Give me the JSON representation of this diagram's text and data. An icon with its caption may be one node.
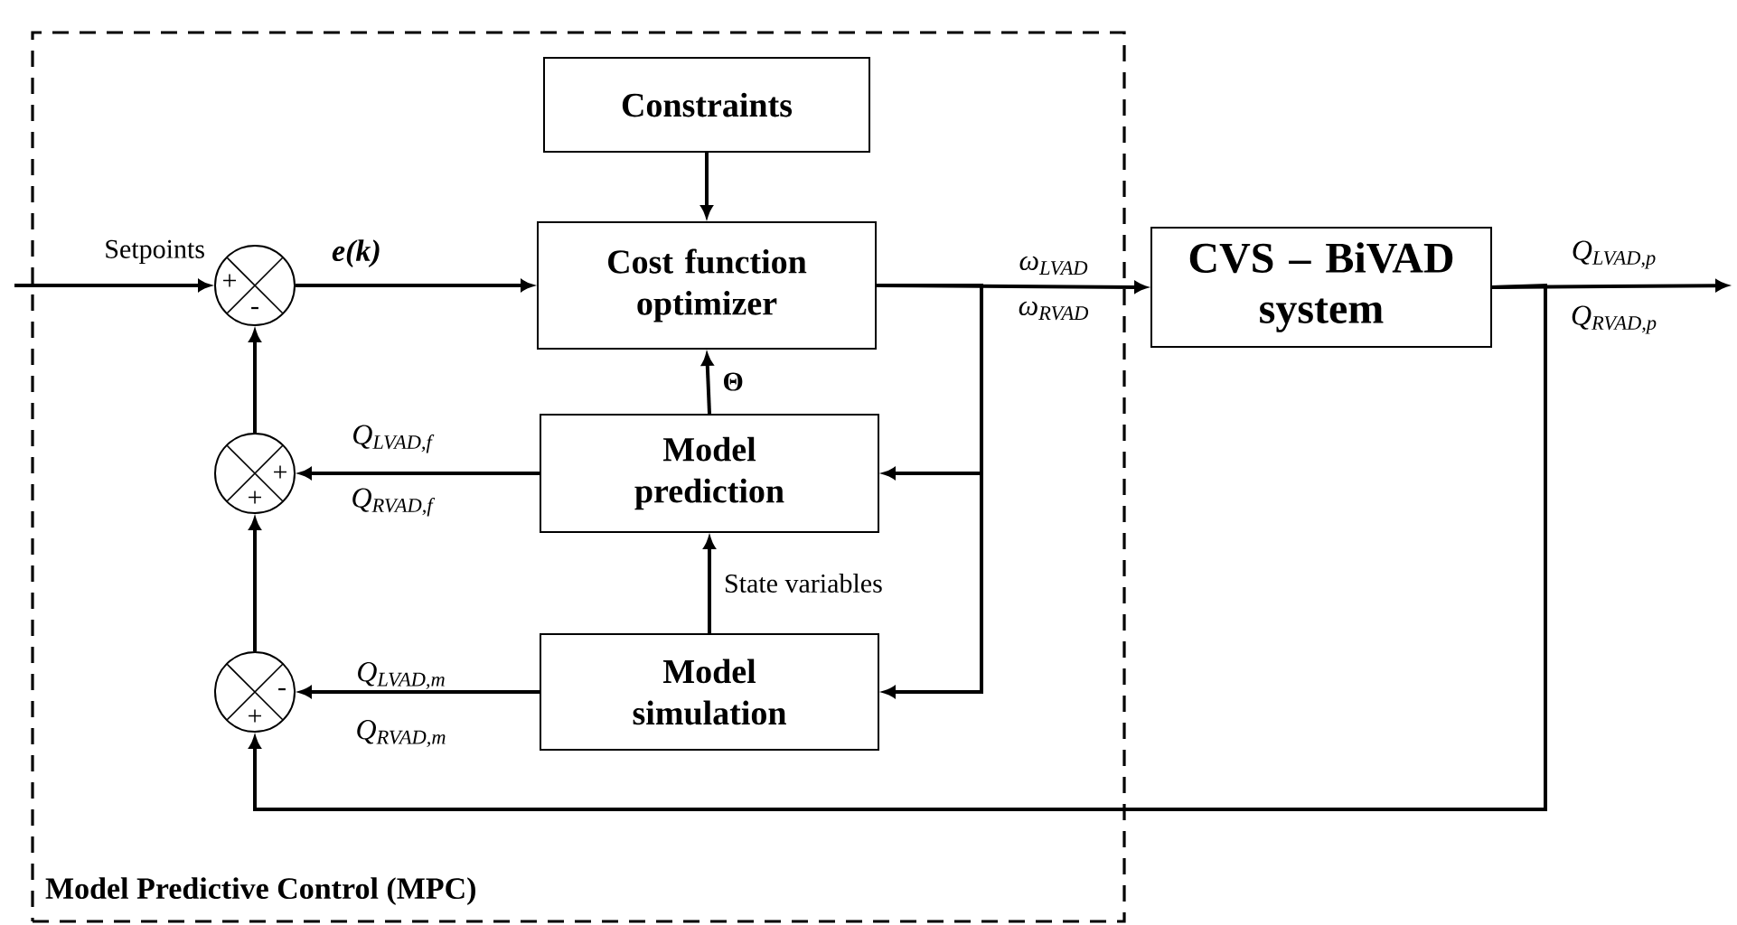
{
  "diagram": {
    "nodes": [
      {
        "text": [
          "Model Predictive Control (MPC)"
        ]
      },
      {
        "text": [
          "Constraints"
        ],
        "in": 0
      },
      {
        "text": [
          "Cost function optimizer"
        ],
        "in": 0
      },
      {
        "text": [
          "Model prediction"
        ],
        "in": 0
      },
      {
        "text": [
          "Model simulation"
        ],
        "in": 0
      },
      {
        "text": [
          "+",
          "-"
        ],
        "in": 0
      },
      {
        "text": [
          "+",
          "+"
        ],
        "in": 0
      },
      {
        "text": [
          "-",
          "+"
        ],
        "in": 0
      },
      {
        "text": [
          "CVS – BiVAD system"
        ]
      }
    ],
    "edges": [
      {
        "from": null,
        "to": 5,
        "arrow": "to",
        "label": "Setpoints"
      },
      {
        "from": 5,
        "to": 2,
        "arrow": "to",
        "label": "e(k)"
      },
      {
        "from": 1,
        "to": 2,
        "arrow": "to"
      },
      {
        "from": 3,
        "to": 2,
        "arrow": "to",
        "label": "Θ"
      },
      {
        "from": 2,
        "to": 8,
        "arrow": "to"
      },
      {
        "from": 2,
        "to": 3,
        "arrow": "to"
      },
      {
        "from": 2,
        "to": 4,
        "arrow": "to"
      },
      {
        "from": 4,
        "to": 3,
        "arrow": "to",
        "label": "State variables"
      },
      {
        "from": 3,
        "to": 6,
        "arrow": "to"
      },
      {
        "from": 4,
        "to": 7,
        "arrow": "to"
      },
      {
        "from": 7,
        "to": 6,
        "arrow": "to"
      },
      {
        "from": 6,
        "to": 5,
        "arrow": "to"
      },
      {
        "from": 8,
        "to": null,
        "arrow": "to"
      },
      {
        "from": 8,
        "to": 7,
        "arrow": "to"
      }
    ],
    "labels": [
      "ω$_{LVAD}$",
      "ω$_{RVAD}$",
      "Q$_{LVAD,f}$",
      "Q$_{RVAD,f}$",
      "Q$_{LVAD,m}$",
      "Q$_{RVAD,m}$",
      "Q$_{LVAD,p}$",
      "Q$_{RVAD,p}$"
    ]
  }
}
